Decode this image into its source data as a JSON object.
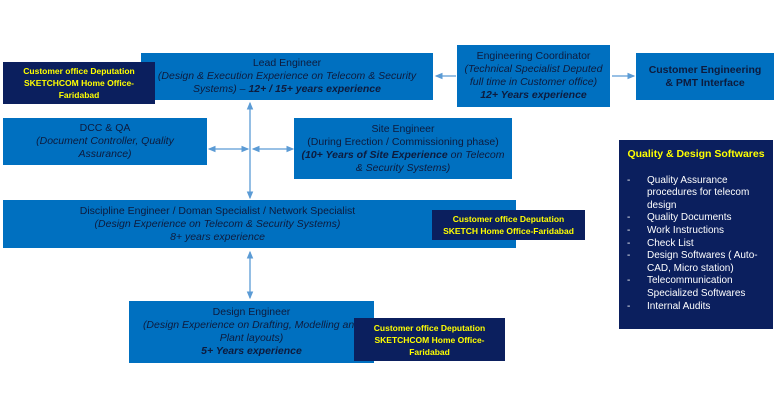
{
  "colors": {
    "box_blue": "#0070c0",
    "badge_navy": "#0b1f5e",
    "badge_text": "#ffff00",
    "connector": "#5b9bd5",
    "text_dark": "#0d1b3d"
  },
  "lead_engineer": {
    "title": "Lead Engineer",
    "desc": "(Design & Execution Experience on Telecom & Security Systems) –",
    "exp": "12+ / 15+ years experience"
  },
  "engineering_coordinator": {
    "title": "Engineering Coordinator",
    "desc": "(Technical Specialist Deputed full time in Customer office)",
    "exp": "12+ Years experience"
  },
  "customer_interface": {
    "title": "Customer Engineering & PMT Interface"
  },
  "dcc_qa": {
    "title": "DCC & QA",
    "desc": "(Document Controller, Quality Assurance)"
  },
  "site_engineer": {
    "title": "Site Engineer",
    "desc": "(During Erection / Commissioning phase)",
    "exp": "(10+ Years of Site Experience",
    "desc2": " on Telecom & Security Systems)"
  },
  "discipline_engineer": {
    "title": "Discipline Engineer / Doman Specialist / Network Specialist",
    "desc": "(Design Experience on Telecom & Security Systems)",
    "exp": "8+ years experience"
  },
  "design_engineer": {
    "title": "Design Engineer",
    "desc": "(Design Experience on Drafting, Modelling and Plant layouts)",
    "exp": "5+ Years experience"
  },
  "badges": {
    "lead": {
      "line1": "Customer office  Deputation",
      "line2": "SKETCHCOM Home Office-",
      "line3": "Faridabad"
    },
    "discipline": {
      "line1": "Customer office  Deputation",
      "line2": "SKETCH Home Office-Faridabad"
    },
    "design": {
      "line1": "Customer office  Deputation",
      "line2": "SKETCHCOM Home Office-",
      "line3": "Faridabad"
    }
  },
  "quality_panel": {
    "title": "Quality & Design Softwares",
    "items": [
      "Quality Assurance procedures for telecom design",
      "Quality Documents",
      "Work Instructions",
      "Check List",
      "Design Softwares ( Auto-CAD, Micro station)",
      "Telecommunication Specialized Softwares",
      "Internal Audits"
    ],
    "bullet": "-"
  }
}
